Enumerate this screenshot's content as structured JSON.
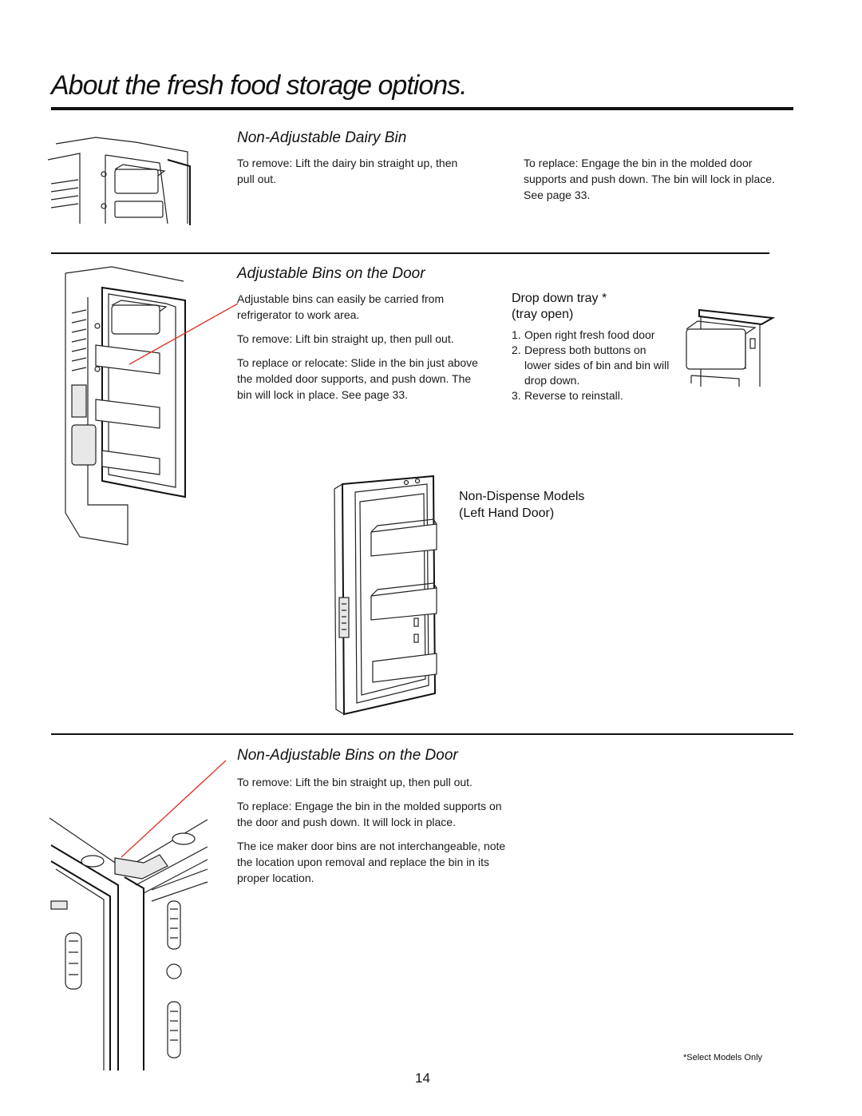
{
  "page": {
    "title": "About the fresh food storage options.",
    "page_number": "14",
    "footnote": "*Select Models Only"
  },
  "dairy_bin": {
    "heading": "Non-Adjustable Dairy Bin",
    "remove_text": "To remove: Lift the dairy bin straight up, then pull out.",
    "replace_text": "To replace: Engage the bin in the molded door supports and push down. The bin will lock in place. See page 33."
  },
  "adjustable_bins": {
    "heading": "Adjustable Bins on the Door",
    "para1": "Adjustable bins can easily be carried from refrigerator to work area.",
    "para2": "To remove: Lift bin straight up, then pull out.",
    "para3": "To replace or relocate: Slide in the bin just above the molded door supports, and push down. The bin will lock in place. See page 33."
  },
  "drop_down_tray": {
    "heading": "Drop down tray *",
    "subheading": "(tray open)",
    "steps": [
      {
        "num": "1.",
        "text": "Open right fresh food door"
      },
      {
        "num": "2.",
        "text": "Depress both buttons on lower sides of bin and bin will drop down."
      },
      {
        "num": "3.",
        "text": "Reverse to reinstall."
      }
    ]
  },
  "non_dispense": {
    "caption_line1": "Non-Dispense Models",
    "caption_line2": "(Left Hand Door)"
  },
  "non_adjustable_bins": {
    "heading": "Non-Adjustable Bins on the Door",
    "para1": "To remove: Lift the bin straight up, then pull out.",
    "para2": "To replace: Engage the bin in the molded supports on the door and push down. It will lock in place.",
    "para3": "The ice maker door bins are not interchangeable, note the location upon removal and replace the bin in its proper location."
  },
  "illustrations": [
    "dairy-bin-illustration",
    "adjustable-bins-illustration",
    "drop-down-tray-illustration",
    "left-hand-door-illustration",
    "ice-maker-door-illustration"
  ]
}
